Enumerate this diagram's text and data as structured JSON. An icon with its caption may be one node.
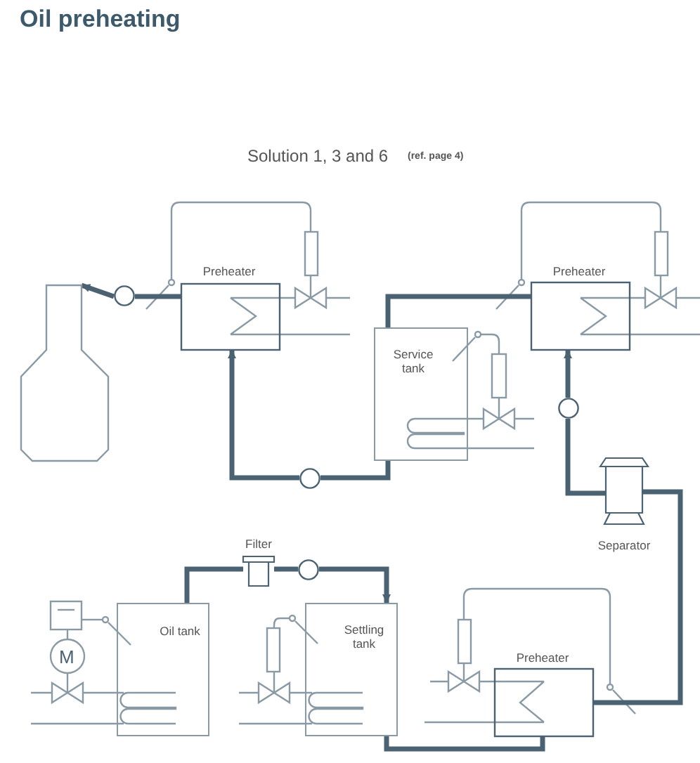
{
  "diagram": {
    "title": "Oil preheating",
    "nodes": [
      {
        "text": [
          "Preheater"
        ]
      },
      {
        "text": [
          "Preheater"
        ]
      },
      {
        "text": [
          "Service tank"
        ]
      },
      {
        "text": [
          "Filter"
        ]
      },
      {
        "text": [
          "Separator"
        ]
      },
      {
        "text": [
          "Oil tank"
        ]
      },
      {
        "text": [
          "Settling tank"
        ]
      },
      {
        "text": [
          "Preheater"
        ]
      },
      {
        "text": [],
        "shape": "box"
      },
      {
        "text": [],
        "shape": "circle"
      },
      {
        "text": [],
        "shape": "circle"
      },
      {
        "text": [],
        "shape": "circle"
      },
      {
        "text": [],
        "shape": "circle"
      }
    ],
    "edges": [
      {
        "from": 5,
        "to": 3,
        "arrow": "none"
      },
      {
        "from": 3,
        "to": 12,
        "arrow": "none"
      },
      {
        "from": 12,
        "to": 6,
        "arrow": "to"
      },
      {
        "from": 6,
        "to": 7,
        "arrow": "none"
      },
      {
        "from": 7,
        "to": 4,
        "arrow": "none"
      },
      {
        "from": 4,
        "to": 11,
        "arrow": "none"
      },
      {
        "from": 11,
        "to": 1,
        "arrow": "to"
      },
      {
        "from": 1,
        "to": 2,
        "arrow": "none"
      },
      {
        "from": 2,
        "to": 10,
        "arrow": "none"
      },
      {
        "from": 10,
        "to": 0,
        "arrow": "to"
      },
      {
        "from": 0,
        "to": 9,
        "arrow": "none"
      },
      {
        "from": 9,
        "to": 8,
        "arrow": "to"
      }
    ],
    "labels": [
      "Solution 1, 3 and 6",
      "(ref. page 4)",
      "M"
    ]
  }
}
